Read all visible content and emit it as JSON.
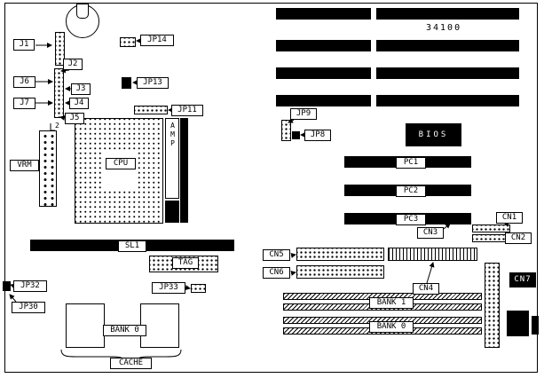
{
  "board": {
    "part_number": "34100",
    "callouts": {
      "j1": "J1",
      "j2": "J2",
      "j3": "J3",
      "j4": "J4",
      "j5": "J5",
      "j6": "J6",
      "j7": "J7",
      "jp8": "JP8",
      "jp9": "JP9",
      "jp11": "JP11",
      "jp13": "JP13",
      "jp14": "JP14",
      "jp30": "JP30",
      "jp32": "JP32",
      "jp33": "JP33",
      "vrm": "VRM",
      "cpu": "CPU",
      "amp": "AMP",
      "sl1": "SL1",
      "tag": "TAG",
      "bios": "BIOS",
      "pc1": "PC1",
      "pc2": "PC2",
      "pc3": "PC3",
      "cn1": "CN1",
      "cn2": "CN2",
      "cn3": "CN3",
      "cn4": "CN4",
      "cn5": "CN5",
      "cn6": "CN6",
      "cn7": "CN7",
      "bank1": "BANK 1",
      "bank0_dimm": "BANK 0",
      "bank0_cache": "BANK 0",
      "cache": "CACHE",
      "pin2_marker": "2"
    }
  }
}
